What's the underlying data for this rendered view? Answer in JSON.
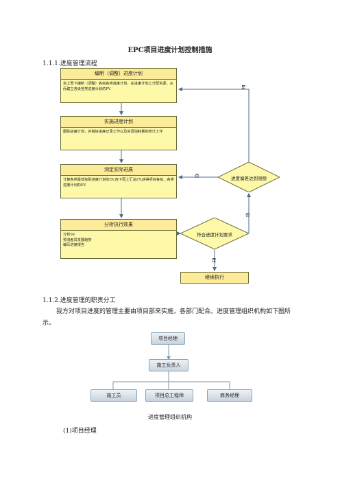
{
  "doc": {
    "title": "EPC项目进度计划控制措施",
    "section1": "1.1.1.进度管理流程",
    "section2": "1.1.2.进度管理的职责分工",
    "para": "我方对项目进度的管理主要由项目部来实施，各部门配合。进度管理组织机构如下图所示。",
    "caption": "进度管理组织机构",
    "item1": "(1)项目经理"
  },
  "flow": {
    "b1_title": "编制（调整）进度计划",
    "b1_body": "自上而下编制（调整）各级各类进度计划，在进度计划上分配资源，从而建立各级各类进度计划的PV",
    "b2_title": "实施进度计划",
    "b2_body": "跟踪进度计划，并做好进度记录工作以及资源消耗量的统计工作",
    "b3_title": "测定实际进展",
    "b3_body": "计算各类最低级别进度计划的EV,自下而上汇总EV,获得项目各级、各类进度计划的EV",
    "b4_title": "分析执行效果",
    "b4_line1": "分析SV",
    "b4_line2": "预测差异发展趋势",
    "b4_line3": "编写进度报告",
    "d1": "进度偏差达到限额",
    "d2": "符合进度计划要求",
    "end": "继续执行",
    "yes_top": "是",
    "no_left": "否",
    "no_right": "否",
    "yes_bottom": "是"
  },
  "org": {
    "pm": "项目经理",
    "lead": "施工负责人",
    "c1": "施工员",
    "c2": "项目总工程师",
    "c3": "商务经理"
  }
}
